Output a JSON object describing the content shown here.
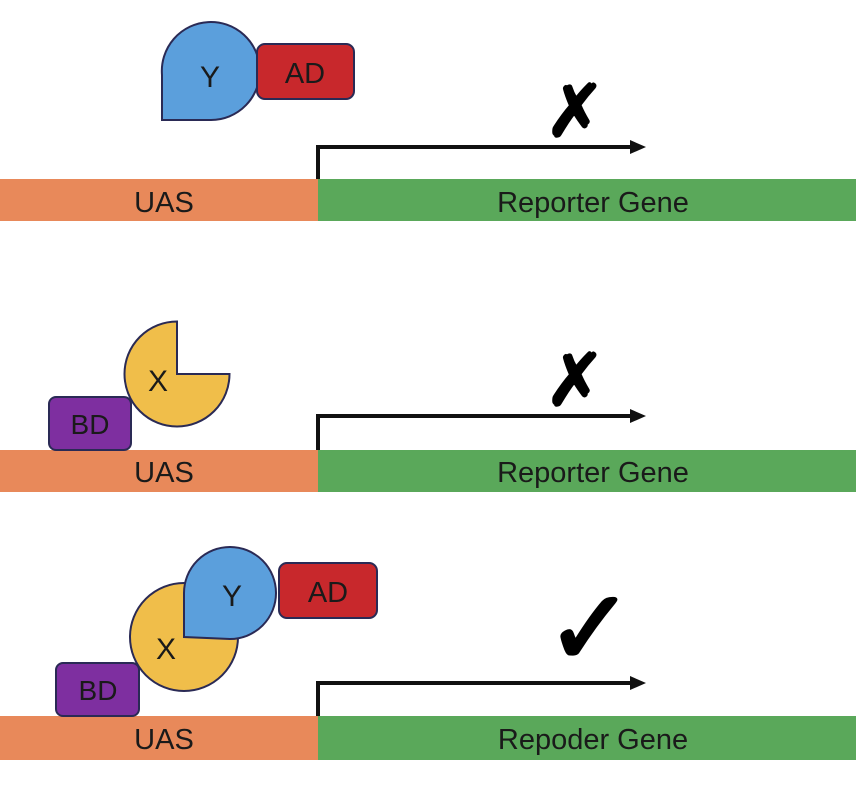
{
  "colors": {
    "uas": "#e8895a",
    "reporter": "#5aa85a",
    "y_protein": "#5b9fdc",
    "x_protein": "#f0be4a",
    "ad": "#c8282c",
    "bd": "#7e2fa0",
    "outline": "#2a2a55",
    "arrow": "#111111"
  },
  "panels": [
    {
      "uas_label": "UAS",
      "reporter_label": "Reporter Gene",
      "y_label": "Y",
      "ad_label": "AD",
      "result": "✗",
      "result_meaning": "no transcription"
    },
    {
      "uas_label": "UAS",
      "reporter_label": "Reporter Gene",
      "x_label": "X",
      "bd_label": "BD",
      "result": "✗",
      "result_meaning": "no transcription"
    },
    {
      "uas_label": "UAS",
      "reporter_label": "Repoder Gene",
      "x_label": "X",
      "bd_label": "BD",
      "y_label": "Y",
      "ad_label": "AD",
      "result": "✓",
      "result_meaning": "transcription"
    }
  ]
}
